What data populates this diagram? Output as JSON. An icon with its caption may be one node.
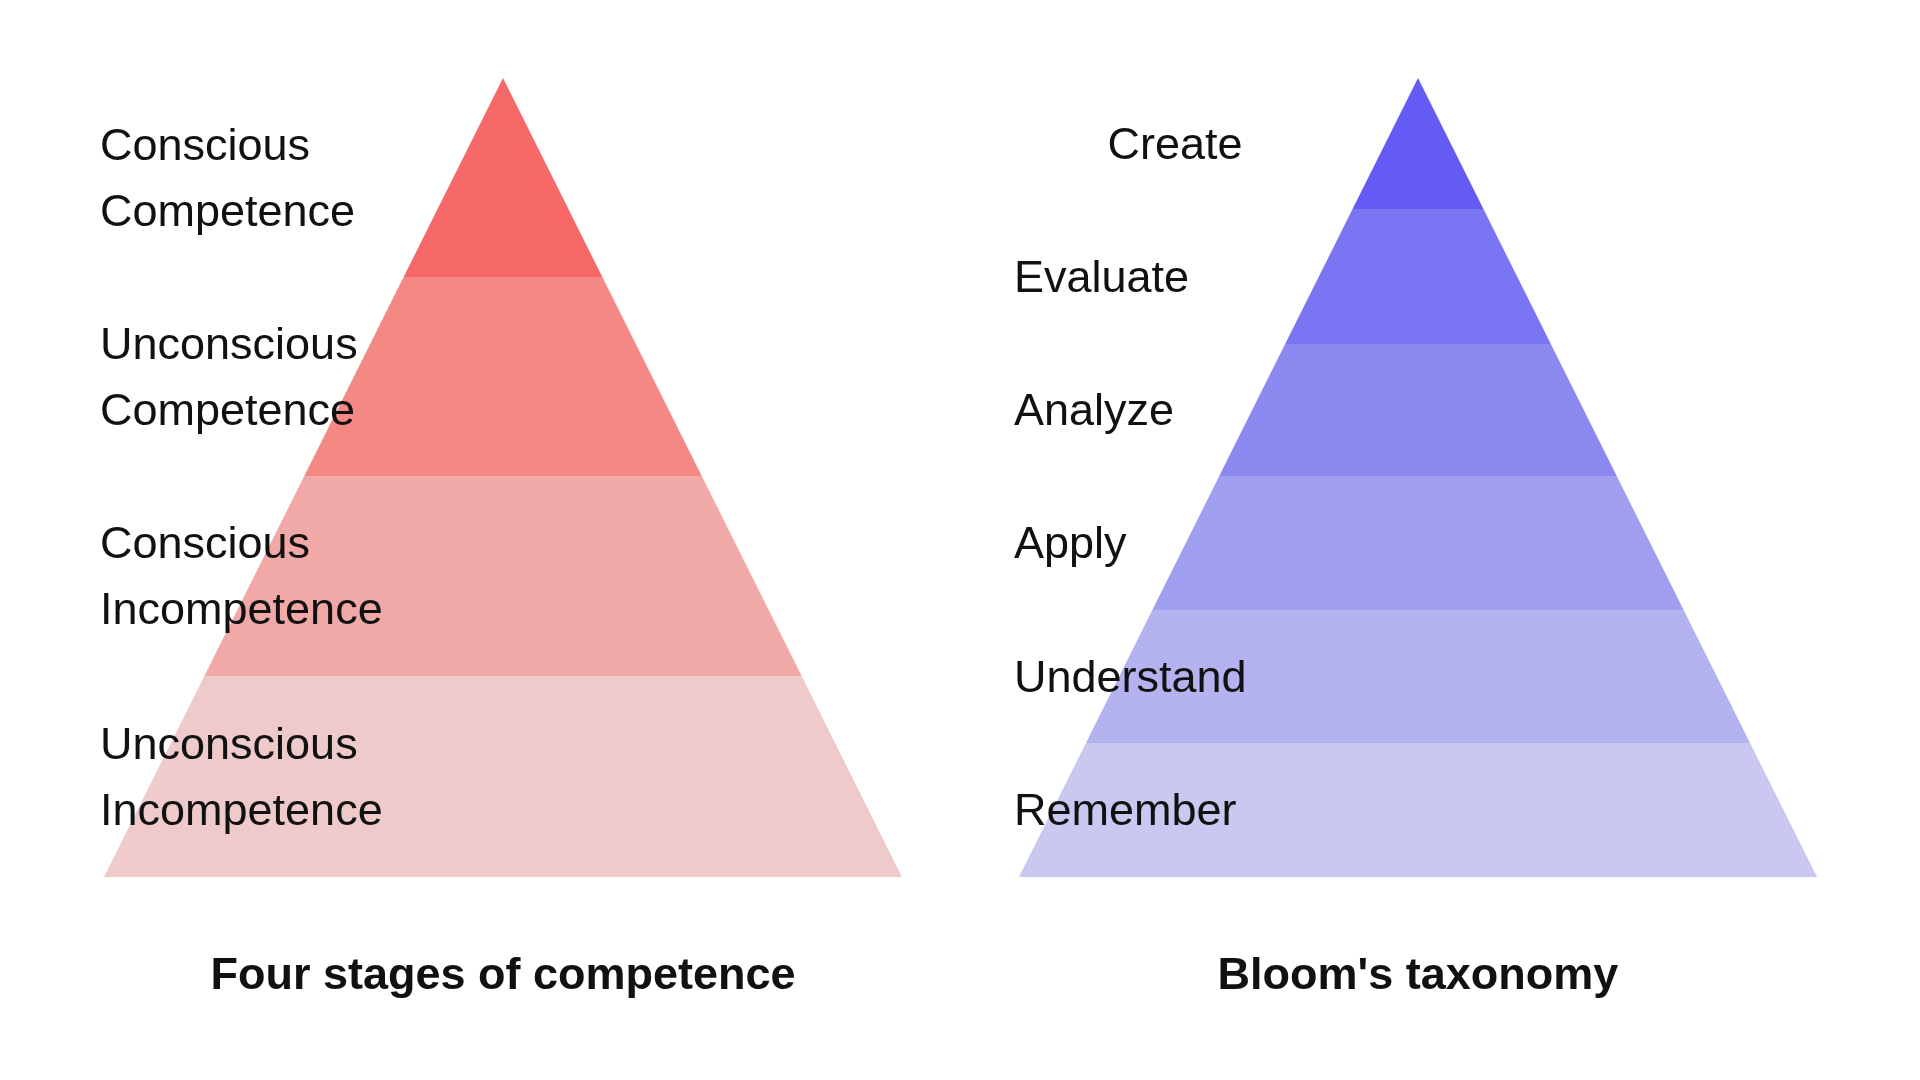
{
  "diagram": {
    "nodes": [
      {
        "text": [
          "Conscious Competence"
        ]
      },
      {
        "text": [
          "Unconscious Competence"
        ]
      },
      {
        "text": [
          "Conscious Incompetence"
        ]
      },
      {
        "text": [
          "Unconscious Incompetence"
        ]
      },
      {
        "text": [
          "Create"
        ]
      },
      {
        "text": [
          "Evaluate"
        ]
      },
      {
        "text": [
          "Analyze"
        ]
      },
      {
        "text": [
          "Apply"
        ]
      },
      {
        "text": [
          "Understand"
        ]
      },
      {
        "text": [
          "Remember"
        ]
      }
    ],
    "edges": [],
    "labels": [
      "Four stages of competence",
      "Bloom's taxonomy"
    ]
  }
}
